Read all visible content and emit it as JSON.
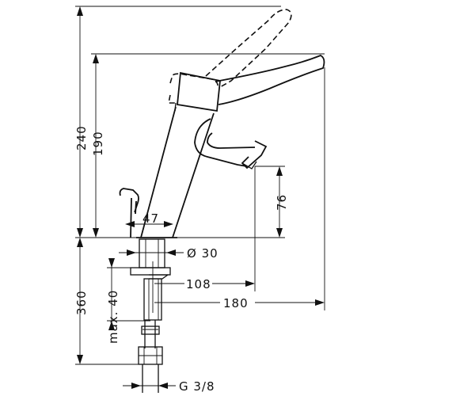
{
  "dimensions": {
    "height_lever_raised": "240",
    "height_total": "190",
    "spout_height": "76",
    "base_width": "47",
    "hole_diameter": "Ø 30",
    "spout_reach": "108",
    "lever_reach": "180",
    "below_counter_length": "360",
    "max_counter_thickness": "max. 40",
    "connection_thread": "G 3/8"
  }
}
